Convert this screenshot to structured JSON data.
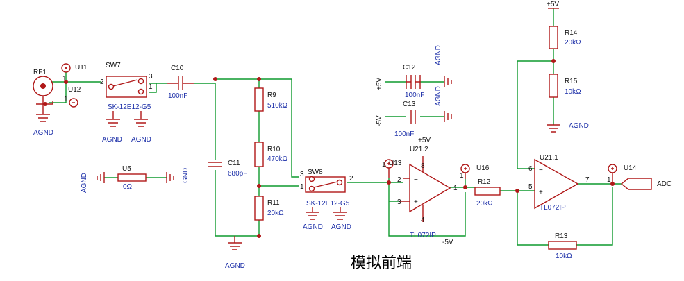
{
  "title": "模拟前端",
  "labels": {
    "plus5v": "+5V",
    "minus5v": "-5V",
    "agnd": "AGND",
    "gnd": "GND",
    "adc": "ADC",
    "u11": "U11",
    "u12": "U12",
    "u13": "U13",
    "u14": "U14",
    "u16": "U16",
    "u5": "U5",
    "u5_value": "0Ω",
    "rf1": "RF1",
    "sw7": "SW7",
    "sw7_value": "SK-12E12-G5",
    "sw8": "SW8",
    "sw8_value": "SK-12E12-G5",
    "c10": "C10",
    "c10_value": "100nF",
    "c11": "C11",
    "c11_value": "680pF",
    "c12": "C12",
    "c12_value": "100nF",
    "c13": "C13",
    "c13_value": "100nF",
    "r9": "R9",
    "r9_value": "510kΩ",
    "r10": "R10",
    "r10_value": "470kΩ",
    "r11": "R11",
    "r11_value": "20kΩ",
    "r12": "R12",
    "r12_value": "20kΩ",
    "r13": "R13",
    "r13_value": "10kΩ",
    "r14": "R14",
    "r14_value": "20kΩ",
    "r15": "R15",
    "r15_value": "10kΩ",
    "u21_2": "U21.2",
    "u21_1": "U21.1",
    "tl072ip": "TL072IP"
  },
  "pins": {
    "p1": "1",
    "p2": "2",
    "p3": "3",
    "p4": "4",
    "p5": "5",
    "p6": "6",
    "p7": "7",
    "p8": "8",
    "minus": "−",
    "plus": "+"
  },
  "colors": {
    "wire": "#0f9a2e",
    "component": "#b01818",
    "label": "#1c2fa8",
    "text": "#111111"
  }
}
